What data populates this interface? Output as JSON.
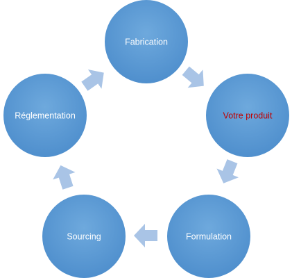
{
  "diagram": {
    "type": "cycle",
    "nodes": [
      {
        "id": "fabrication",
        "label": "Fabrication"
      },
      {
        "id": "votre-produit",
        "label": "Votre produit",
        "highlight": true
      },
      {
        "id": "formulation",
        "label": "Formulation"
      },
      {
        "id": "sourcing",
        "label": "Sourcing"
      },
      {
        "id": "reglementation",
        "label": "Réglementation"
      }
    ],
    "edges": [
      {
        "from": "fabrication",
        "to": "votre-produit"
      },
      {
        "from": "votre-produit",
        "to": "formulation"
      },
      {
        "from": "formulation",
        "to": "sourcing"
      },
      {
        "from": "sourcing",
        "to": "reglementation"
      },
      {
        "from": "reglementation",
        "to": "fabrication"
      }
    ],
    "colors": {
      "node_fill": "#5b9bd5",
      "node_fill_light": "#6ea9dd",
      "node_fill_dark": "#4a86c5",
      "arrow_fill": "#a9c4e6",
      "label_text": "#ffffff",
      "highlight_text": "#c00000"
    }
  }
}
